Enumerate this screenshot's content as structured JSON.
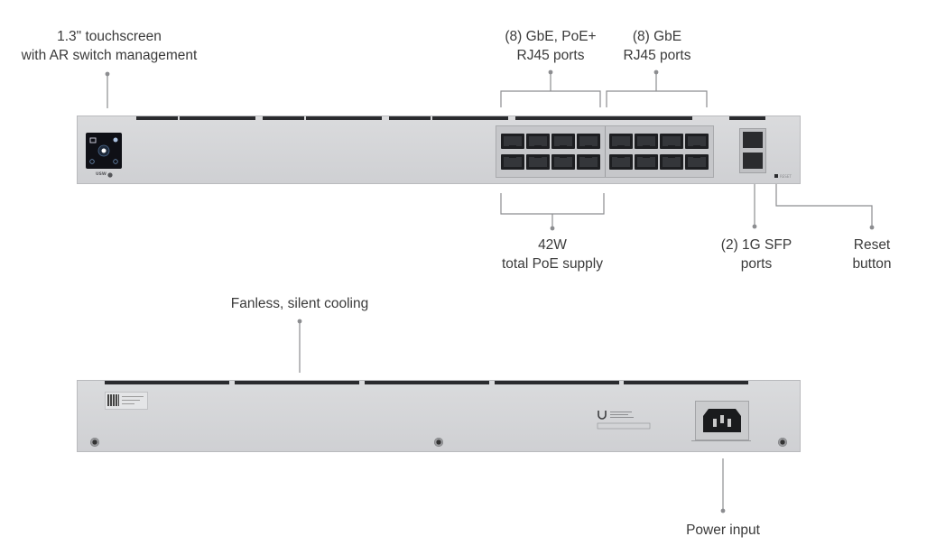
{
  "callouts": {
    "touchscreen": [
      "1.3\" touchscreen",
      "with AR switch management"
    ],
    "poe_ports": [
      "(8) GbE, PoE+",
      "RJ45 ports"
    ],
    "gbe_ports": [
      "(8) GbE",
      "RJ45 ports"
    ],
    "poe_supply": [
      "42W",
      "total PoE supply"
    ],
    "sfp_ports": [
      "(2) 1G SFP",
      "ports"
    ],
    "reset": [
      "Reset",
      "button"
    ],
    "cooling": "Fanless, silent cooling",
    "power": "Power input"
  },
  "front_panel": {
    "brand_mark": "USW",
    "reset_mark": "RESET"
  },
  "colors": {
    "chassis": "#d3d4d6",
    "screen": "#0f1016",
    "ports": "#1d1e21",
    "leader_lines": "#8c8d90"
  },
  "icons": [
    "touchscreen-icon",
    "ubiquiti-logo-icon",
    "power-socket-icon",
    "screw-icon"
  ]
}
